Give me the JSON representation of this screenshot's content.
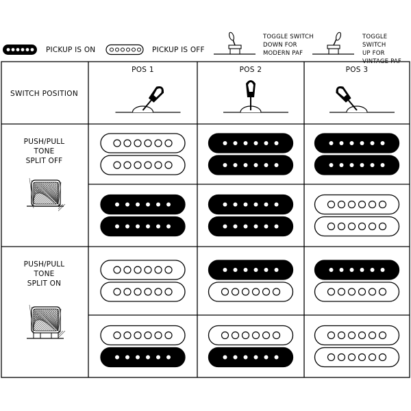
{
  "legend": {
    "pickup_on": "PICKUP IS ON",
    "pickup_off": "PICKUP IS OFF",
    "toggle_down": [
      "TOGGLE SWITCH",
      "DOWN FOR",
      "MODERN PAF"
    ],
    "toggle_up": [
      "TOGGLE SWITCH",
      "UP FOR",
      "VINTAGE PAF"
    ]
  },
  "table": {
    "row_header": "SWITCH POSITION",
    "columns": [
      "POS 1",
      "POS 2",
      "POS 3"
    ],
    "switch_positions": [
      "left",
      "center",
      "right"
    ],
    "groups": [
      {
        "label": [
          "PUSH/PULL",
          "TONE",
          "SPLIT OFF"
        ],
        "knob": "down",
        "rows": [
          [
            [
              "off",
              "off"
            ],
            [
              "on",
              "on"
            ],
            [
              "on",
              "on"
            ]
          ],
          [
            [
              "on",
              "on"
            ],
            [
              "on",
              "on"
            ],
            [
              "off",
              "off"
            ]
          ]
        ]
      },
      {
        "label": [
          "PUSH/PULL",
          "TONE",
          "SPLIT ON"
        ],
        "knob": "up",
        "rows": [
          [
            [
              "off",
              "off"
            ],
            [
              "on",
              "off"
            ],
            [
              "on",
              "off"
            ]
          ],
          [
            [
              "off",
              "on"
            ],
            [
              "off",
              "on"
            ],
            [
              "off",
              "off"
            ]
          ]
        ]
      }
    ]
  }
}
